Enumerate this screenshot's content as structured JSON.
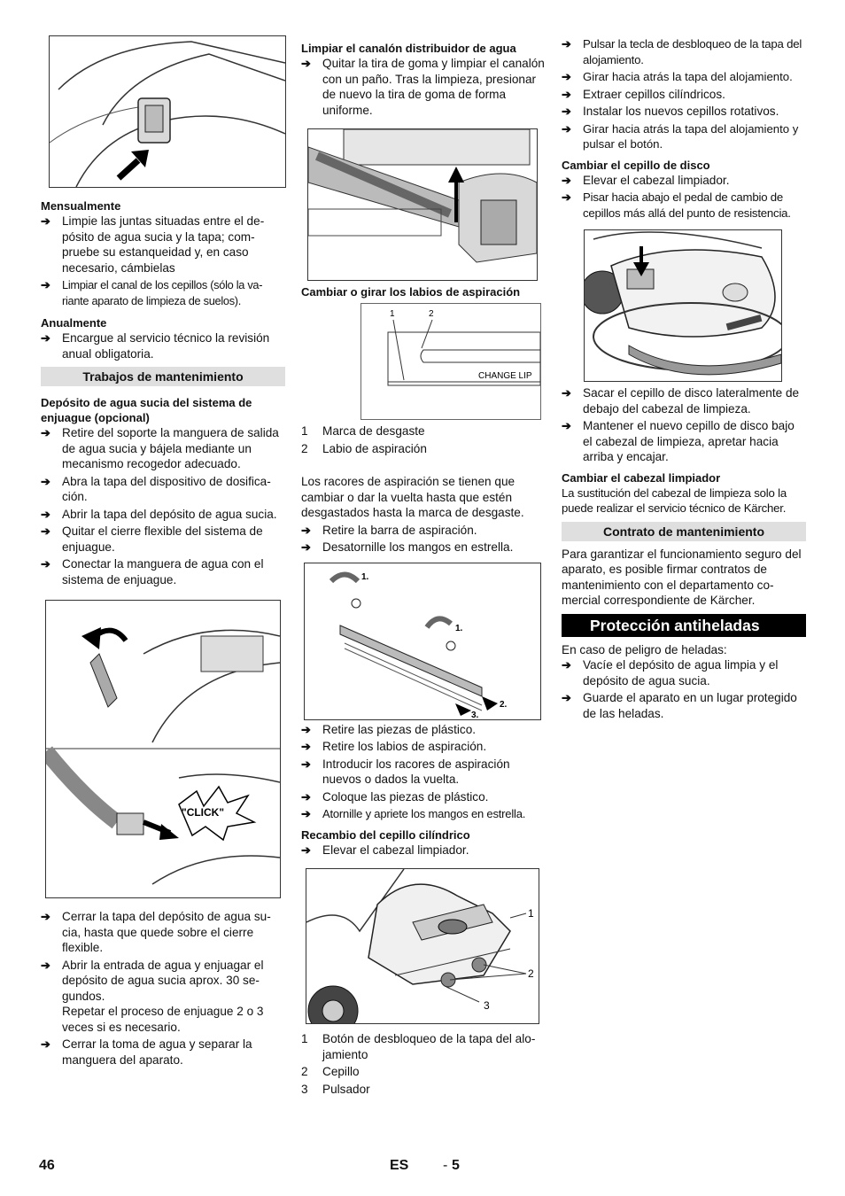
{
  "col1": {
    "h_monthly": "Mensualmente",
    "monthly": [
      "Limpie las juntas situadas entre el de­pósito de agua sucia y la tapa; com­pruebe su estanqueidad y, en caso necesario, cámbielas",
      "Limpiar el canal de los cepillos (sólo la va­riante aparato de limpieza de suelos)."
    ],
    "h_yearly": "Anualmente",
    "yearly": [
      "Encargue al servicio técnico la revisión anual obligatoria."
    ],
    "bar_maint": "Trabajos de mantenimiento",
    "h_tank": "Depósito de agua sucia del sistema de enjuague (opcional)",
    "tank": [
      "Retire del soporte la manguera de sali­da de agua sucia y bájela mediante un mecanismo recogedor adecuado.",
      "Abra la tapa del dispositivo de dosifica­ción.",
      "Abrir la tapa del depósito de agua sucia.",
      "Quitar el cierre flexible del sistema de enjuague.",
      "Conectar la manguera de agua con el sistema de enjuague."
    ],
    "click": "\"CLICK\"",
    "after": [
      "Cerrar la tapa del depósito de agua su­cia, hasta que quede sobre el cierre flexible.",
      "Abrir la entrada de agua y enjuagar el depósito de agua sucia aprox. 30 se­gundos."
    ],
    "repeat": "Repetar el proceso de enjuague 2 o 3 veces si es necesario.",
    "last": [
      "Cerrar la toma de agua y separar la manguera del aparato."
    ]
  },
  "col2": {
    "h_distributor": "Limpiar el canalón distribuidor de agua",
    "distributor": [
      "Quitar la tira de goma y limpiar el cana­lón con un paño. Tras la limpieza, pre­sionar de nuevo la tira de goma de forma uniforme."
    ],
    "h_lips": "Cambiar o girar los labios de aspiración",
    "fig_lip_n1": "1",
    "fig_lip_n2": "2",
    "fig_lip_label": "CHANGE LIP",
    "lip_legend": [
      {
        "n": "1",
        "t": "Marca de desgaste"
      },
      {
        "n": "2",
        "t": "Labio de aspiración"
      }
    ],
    "lip_para": "Los racores de aspiración se tienen que cambiar o dar la vuelta hasta que estén desgastados hasta la marca de desgaste.",
    "lip_steps": [
      "Retire la barra de aspiración.",
      "Desatornille los mangos en estrella."
    ],
    "fig_b_1a": "1.",
    "fig_b_1b": "1.",
    "fig_b_2": "2.",
    "fig_b_3": "3.",
    "lip_steps2": [
      "Retire las piezas de plástico.",
      "Retire los labios de aspiración.",
      "Introducir los racores de aspiración nuevos o dados la vuelta.",
      "Coloque las piezas de plástico.",
      "Atornille y apriete los mangos en estrella."
    ],
    "h_roller": "Recambio del cepillo cilíndrico",
    "roller": [
      "Elevar el cabezal limpiador."
    ],
    "fig_r_1": "1",
    "fig_r_2": "2",
    "fig_r_3": "3",
    "roller_legend": [
      {
        "n": "1",
        "t": "Botón de desbloqueo de la tapa del alo­jamiento"
      },
      {
        "n": "2",
        "t": "Cepillo"
      },
      {
        "n": "3",
        "t": "Pulsador"
      }
    ]
  },
  "col3": {
    "roller_steps": [
      "Pulsar la tecla de desbloqueo de la tapa del alojamiento.",
      "Girar hacia atrás la tapa del alojamiento.",
      "Extraer cepillos cilíndricos.",
      "Instalar los nuevos cepillos rotativos.",
      "Girar hacia atrás la tapa del alojamiento y pulsar el botón."
    ],
    "h_disc": "Cambiar el cepillo de disco",
    "disc": [
      "Elevar el cabezal limpiador.",
      "Pisar hacia abajo el pedal de cambio de cepillos más allá del punto de resistencia."
    ],
    "disc2": [
      "Sacar el cepillo de disco lateralmente de debajo del cabezal de limpieza.",
      "Mantener el nuevo cepillo de disco bajo el cabezal de limpieza, apretar hacia arriba y encajar."
    ],
    "h_head": "Cambiar el cabezal limpiador",
    "head": "La sustitución del cabezal de limpieza solo la puede realizar el servicio técnico de Kärcher.",
    "bar_contract": "Contrato de mantenimiento",
    "contract": "Para garantizar el funcionamiento seguro del aparato, es posible firmar contratos de mantenimiento con el departamento co­mercial correspondiente de Kärcher.",
    "big_frost": "Protección antiheladas",
    "frost_intro": "En caso de peligro de heladas:",
    "frost": [
      "Vacíe el depósito de agua limpia y el depósito de agua sucia.",
      "Guarde el aparato en un lugar protegi­do de las heladas."
    ]
  },
  "footer": {
    "page": "46",
    "lang": "ES",
    "sep": "-",
    "sub": "5"
  },
  "arrow_glyph": "➔"
}
